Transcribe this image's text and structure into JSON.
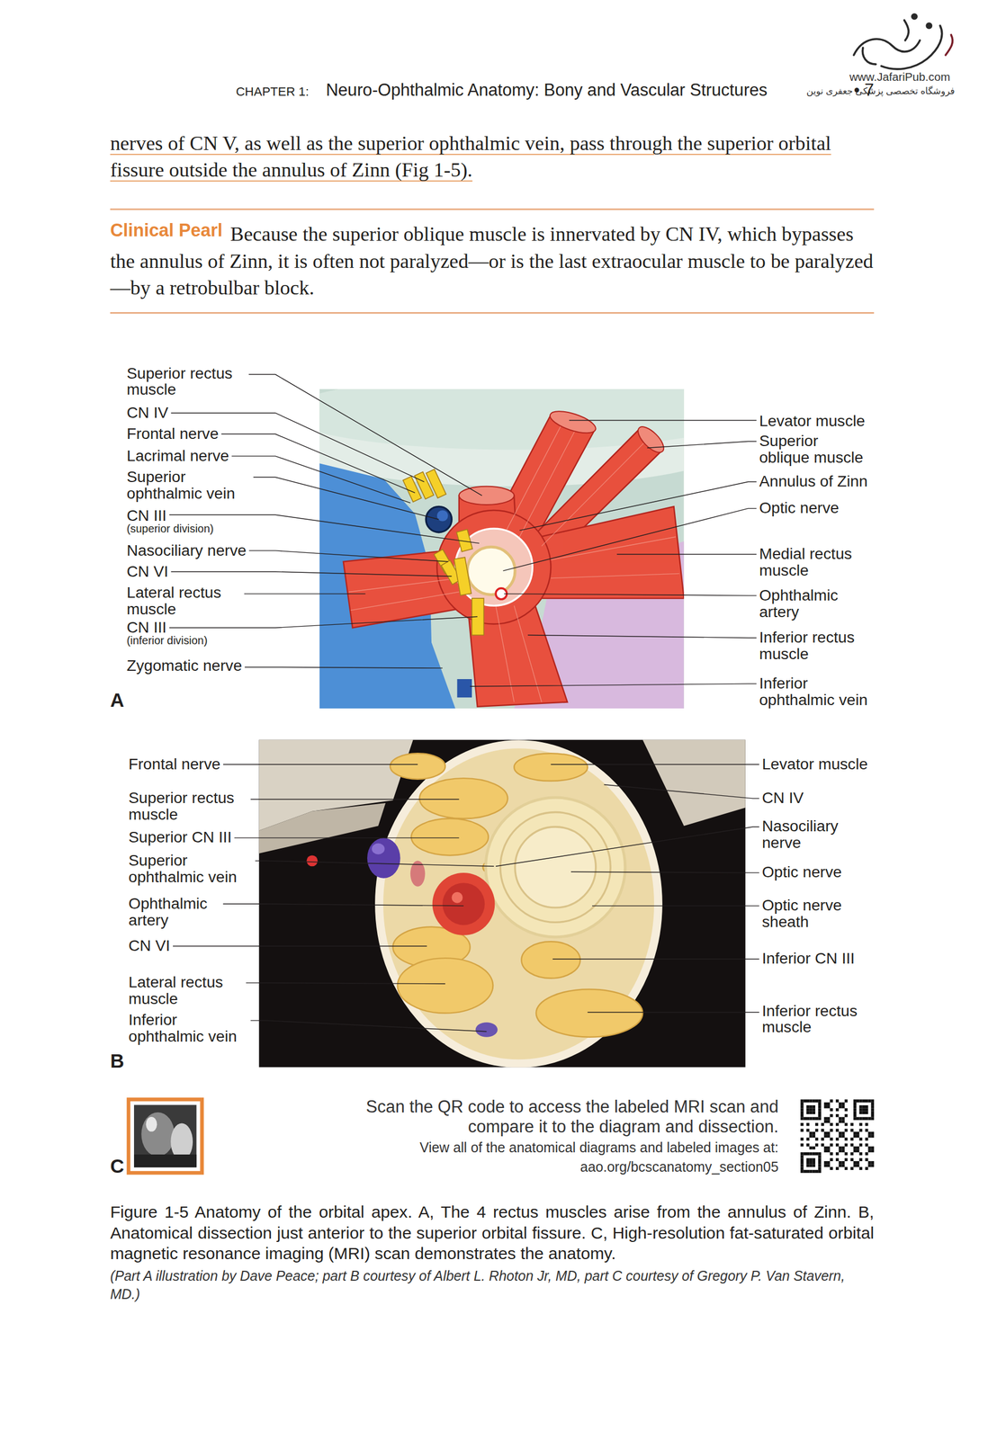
{
  "diagram": {
    "caption": "Figure 1-5 Anatomy of the orbital apex. A, The 4 rectus muscles arise from the annulus of Zinn. B, Anatomical dissection just anterior to the superior orbital fissure. C, High-resolution fat-saturated orbital magnetic resonance imaging (MRI) scan demonstrates the anatomy.",
    "labels": [
      "www.JafariPub.com",
      "فروشگاه تخصصی پزشکی جعفری نوین",
      "CHAPTER 1:",
      "Neuro-Ophthalmic Anatomy: Bony and Vascular Structures",
      "• 7",
      "nerves of CN V, as well as the superior ophthalmic vein, pass through the superior orbital fissure outside the annulus of Zinn (Fig 1-5).",
      "Clinical Pearl",
      "Because the superior oblique muscle is innervated by CN IV, which bypasses the annulus of Zinn, it is often not paralyzed—or is the last extraocular muscle to be paralyzed—by a retrobulbar block.",
      "Superior rectus muscle",
      "CN IV",
      "Frontal nerve",
      "Lacrimal nerve",
      "Superior ophthalmic vein",
      "CN III",
      "(superior division)",
      "Nasociliary nerve",
      "CN VI",
      "Lateral rectus muscle",
      "CN III",
      "(inferior division)",
      "Zygomatic nerve",
      "A",
      "Levator muscle",
      "Superior oblique muscle",
      "Annulus of Zinn",
      "Optic nerve",
      "Medial rectus muscle",
      "Ophthalmic artery",
      "Inferior rectus muscle",
      "Inferior ophthalmic vein",
      "Frontal nerve",
      "Superior rectus muscle",
      "Superior CN III",
      "Superior ophthalmic vein",
      "Ophthalmic artery",
      "CN VI",
      "Lateral rectus muscle",
      "Inferior ophthalmic vein",
      "B",
      "Levator muscle",
      "CN IV",
      "Nasociliary nerve",
      "Optic nerve",
      "Optic nerve sheath",
      "Inferior CN III",
      "Inferior rectus muscle",
      "C",
      "Scan the QR code to access the labeled MRI scan and compare it to the diagram and dissection.",
      "View all of the anatomical diagrams and labeled images at:",
      "aao.org/bcscanatomy_section05",
      "(Part A illustration by Dave Peace; part B courtesy of Albert L. Rhoton Jr, MD, part C courtesy of Gregory P. Van Stavern, MD.)"
    ]
  }
}
